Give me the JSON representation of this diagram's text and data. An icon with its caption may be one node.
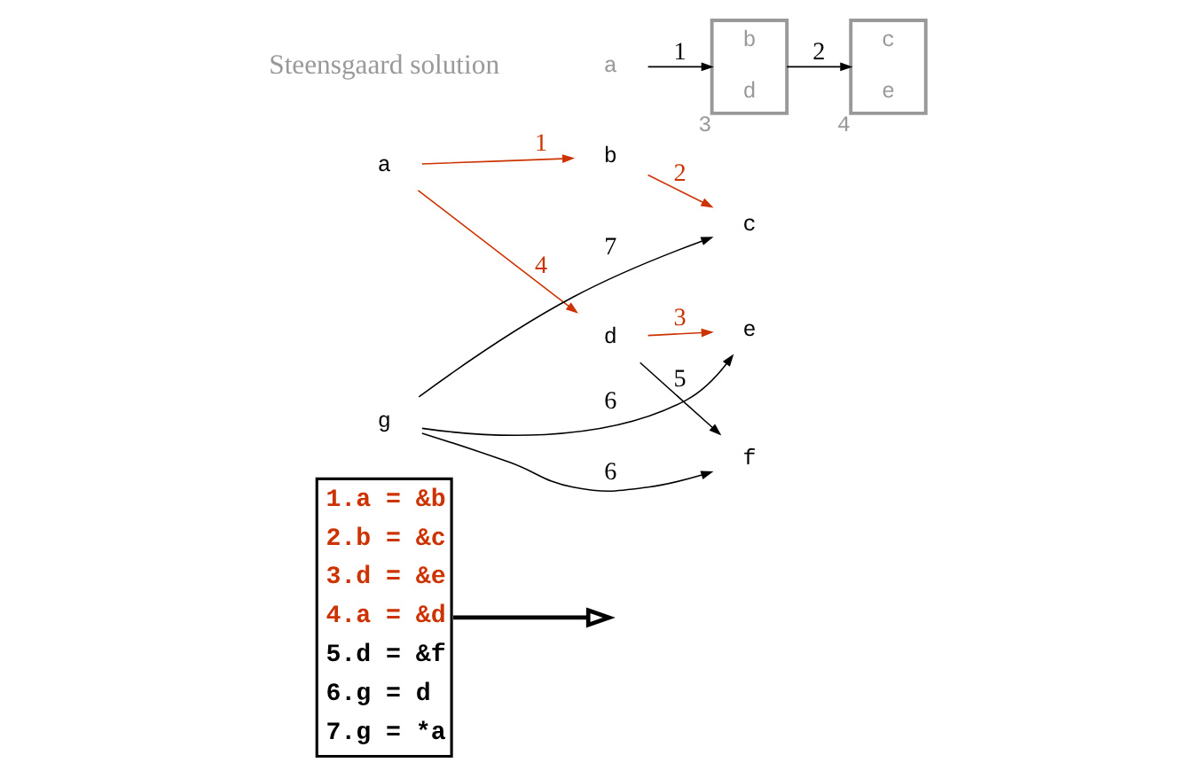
{
  "diagram": {
    "nodes": [
      {
        "text": [
          "1.a = &b",
          "2.b = &c",
          "3.d = &e",
          "4.a = &d",
          "5.d = &f",
          "6.g = d",
          "7.g = *a"
        ]
      },
      {
        "text": [
          "a"
        ]
      },
      {
        "text": [
          "b"
        ]
      },
      {
        "text": [
          "c"
        ]
      },
      {
        "text": [
          "g"
        ]
      },
      {
        "text": [
          "d"
        ]
      },
      {
        "text": [
          "e"
        ]
      },
      {
        "text": [
          "f"
        ]
      },
      {
        "text": [
          "a"
        ]
      },
      {
        "text": [
          "b",
          "d"
        ],
        "beside": [
          "3"
        ]
      },
      {
        "text": [
          "c",
          "e"
        ],
        "beside": [
          "4"
        ]
      }
    ],
    "edges": [
      {
        "from": 0,
        "to": null,
        "arrow": "to",
        "style": "thick"
      },
      {
        "from": 1,
        "to": 2,
        "arrow": "to",
        "label": "1",
        "color": "#cc3300"
      },
      {
        "from": 2,
        "to": 3,
        "arrow": "to",
        "label": "2",
        "color": "#cc3300"
      },
      {
        "from": 5,
        "to": 6,
        "arrow": "to",
        "label": "3",
        "color": "#cc3300"
      },
      {
        "from": 1,
        "to": 5,
        "arrow": "to",
        "label": "4",
        "color": "#cc3300"
      },
      {
        "from": 5,
        "to": 7,
        "arrow": "to",
        "label": "5"
      },
      {
        "from": 4,
        "to": 6,
        "arrow": "to",
        "label": "6"
      },
      {
        "from": 4,
        "to": 7,
        "arrow": "to",
        "label": "6"
      },
      {
        "from": 4,
        "to": 3,
        "arrow": "to",
        "label": "7"
      },
      {
        "from": 8,
        "to": 9,
        "arrow": "to",
        "label": "1"
      },
      {
        "from": 9,
        "to": 10,
        "arrow": "to",
        "label": "2"
      }
    ],
    "labels": [
      "Steensgaard solution"
    ]
  }
}
